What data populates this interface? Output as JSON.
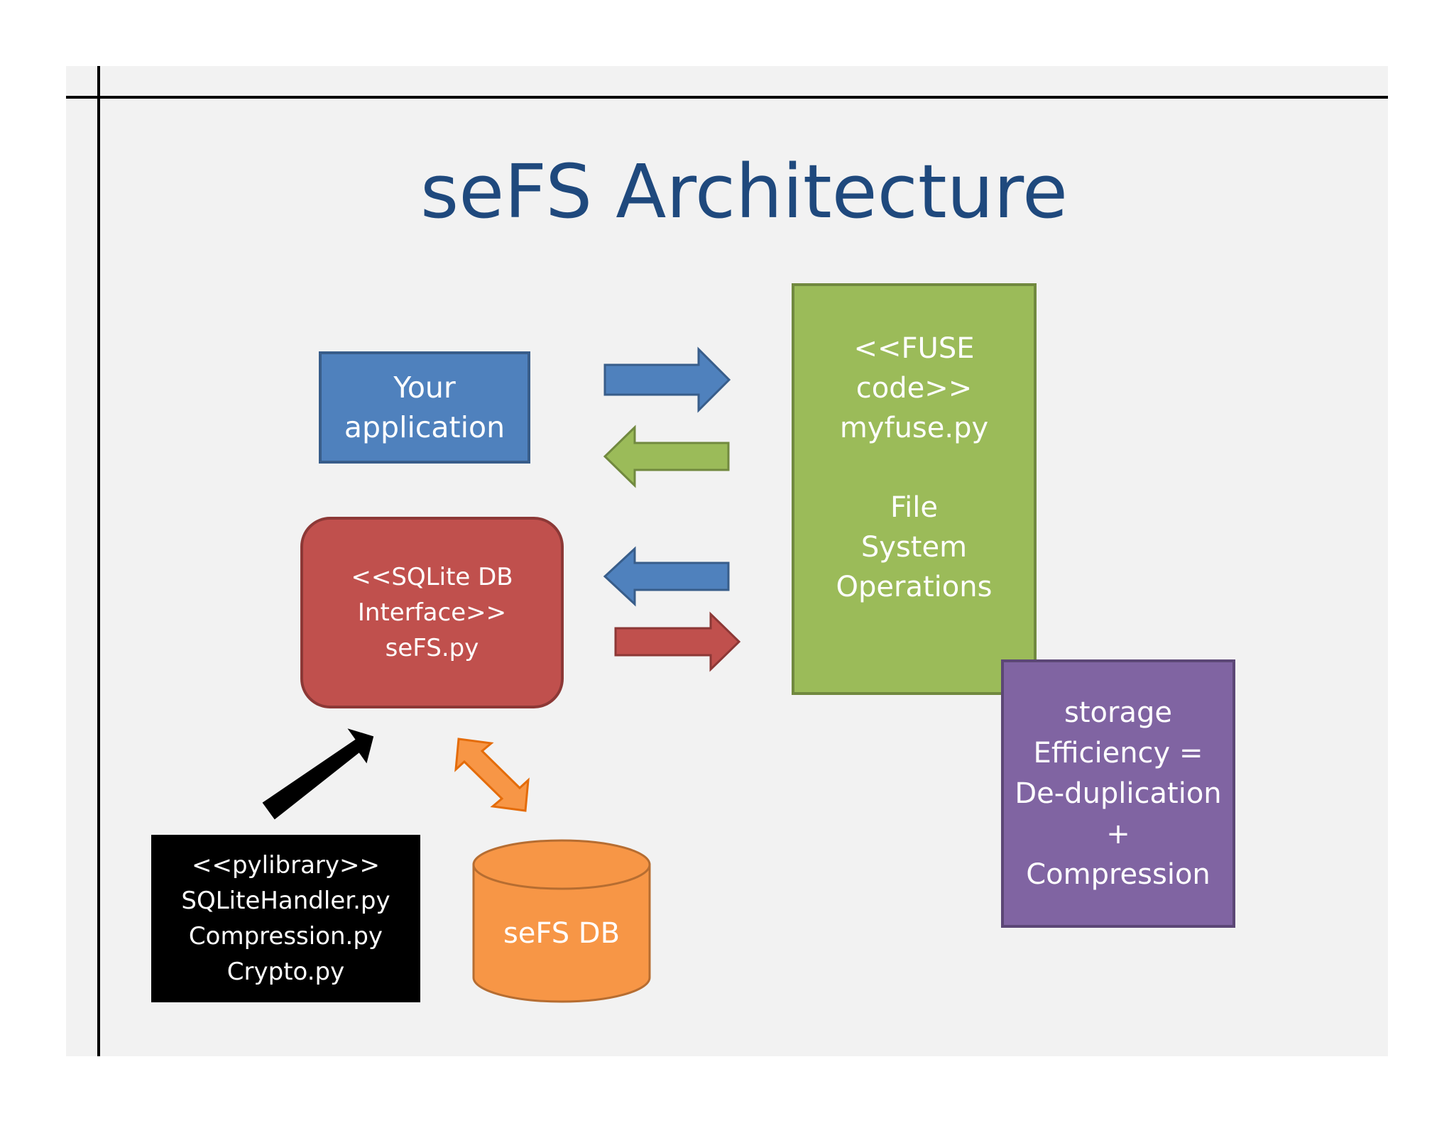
{
  "title": "seFS Architecture",
  "boxes": {
    "app": [
      "Your",
      "application"
    ],
    "sqlite": [
      "<<SQLite DB",
      "Interface>>",
      "seFS.py"
    ],
    "fuse_top": [
      "<<FUSE code>>",
      "myfuse.py"
    ],
    "fuse_bottom": [
      "File",
      "System",
      "Operations"
    ],
    "storage": [
      "storage",
      "Efficiency =",
      "De-duplication",
      "+",
      "Compression"
    ],
    "pylibrary": [
      "<<pylibrary>>",
      "SQLiteHandler.py",
      "Compression.py",
      "Crypto.py"
    ],
    "db": "seFS DB"
  },
  "colors": {
    "title": "#1f497d",
    "app": "#4f81bd",
    "sqlite": "#c0504d",
    "fuse": "#9bbb59",
    "storage": "#8064a2",
    "pylibrary": "#000000",
    "db": "#f79646"
  }
}
